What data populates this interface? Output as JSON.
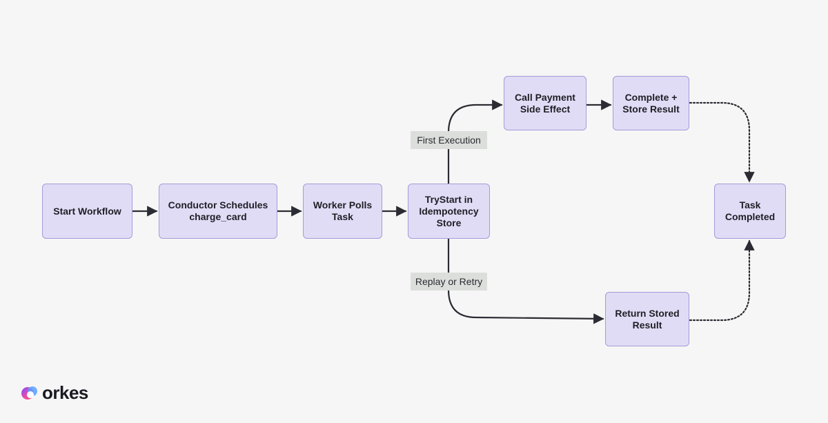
{
  "diagram": {
    "nodes": {
      "start_workflow": "Start Workflow",
      "conductor_schedules": "Conductor Schedules\ncharge_card",
      "worker_polls": "Worker Polls\nTask",
      "trystart": "TryStart in\nIdempotency\nStore",
      "call_payment": "Call Payment\nSide Effect",
      "complete_store": "Complete +\nStore Result",
      "task_completed": "Task\nCompleted",
      "return_stored": "Return Stored\nResult"
    },
    "edge_labels": {
      "first_execution": "First Execution",
      "replay_or_retry": "Replay or Retry"
    }
  },
  "brand": {
    "name": "orkes",
    "logo_icon": "orkes-logo-icon"
  },
  "colors": {
    "background": "#f6f6f6",
    "node_fill": "#e0dcf6",
    "node_border": "#a49bd8",
    "edge": "#2b2b33",
    "label_bg": "#dcdedc"
  }
}
